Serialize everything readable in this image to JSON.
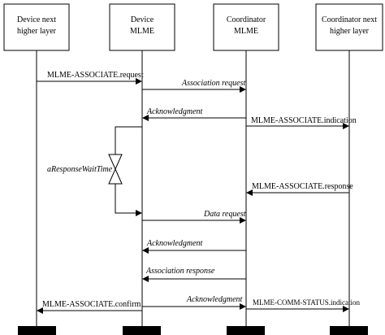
{
  "lanes": [
    {
      "line1": "Device next",
      "line2": "higher layer"
    },
    {
      "line1": "Device",
      "line2": "MLME"
    },
    {
      "line1": "Coordinator",
      "line2": "MLME"
    },
    {
      "line1": "Coordinator next",
      "line2": "higher layer"
    }
  ],
  "messages": {
    "associate_request": "MLME-ASSOCIATE.request",
    "association_request": "Association request",
    "acknowledgment_1": "Acknowledgment",
    "associate_indication": "MLME-ASSOCIATE.indication",
    "response_wait_time": "aResponseWaitTime",
    "associate_response": "MLME-ASSOCIATE.response",
    "data_request": "Data request",
    "acknowledgment_2": "Acknowledgment",
    "association_response": "Association response",
    "associate_confirm": "MLME-ASSOCIATE.confirm",
    "acknowledgment_3": "Acknowledgment",
    "comm_status_indication": "MLME-COMM-STATUS.indication"
  }
}
